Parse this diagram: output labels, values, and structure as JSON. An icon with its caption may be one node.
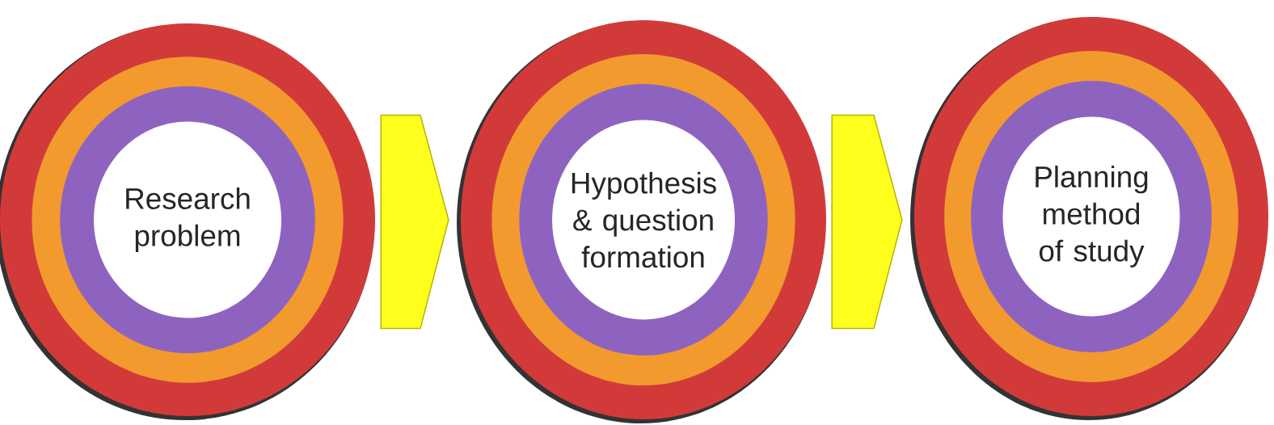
{
  "diagram": {
    "nodes": [
      {
        "text": [
          "Research problem"
        ]
      },
      {
        "text": [
          "Hypothesis & question formation"
        ]
      },
      {
        "text": [
          "Planning method of study"
        ]
      }
    ],
    "edges": [
      {
        "from": 0,
        "to": 1,
        "arrow": "to"
      },
      {
        "from": 1,
        "to": 2,
        "arrow": "to"
      }
    ]
  }
}
